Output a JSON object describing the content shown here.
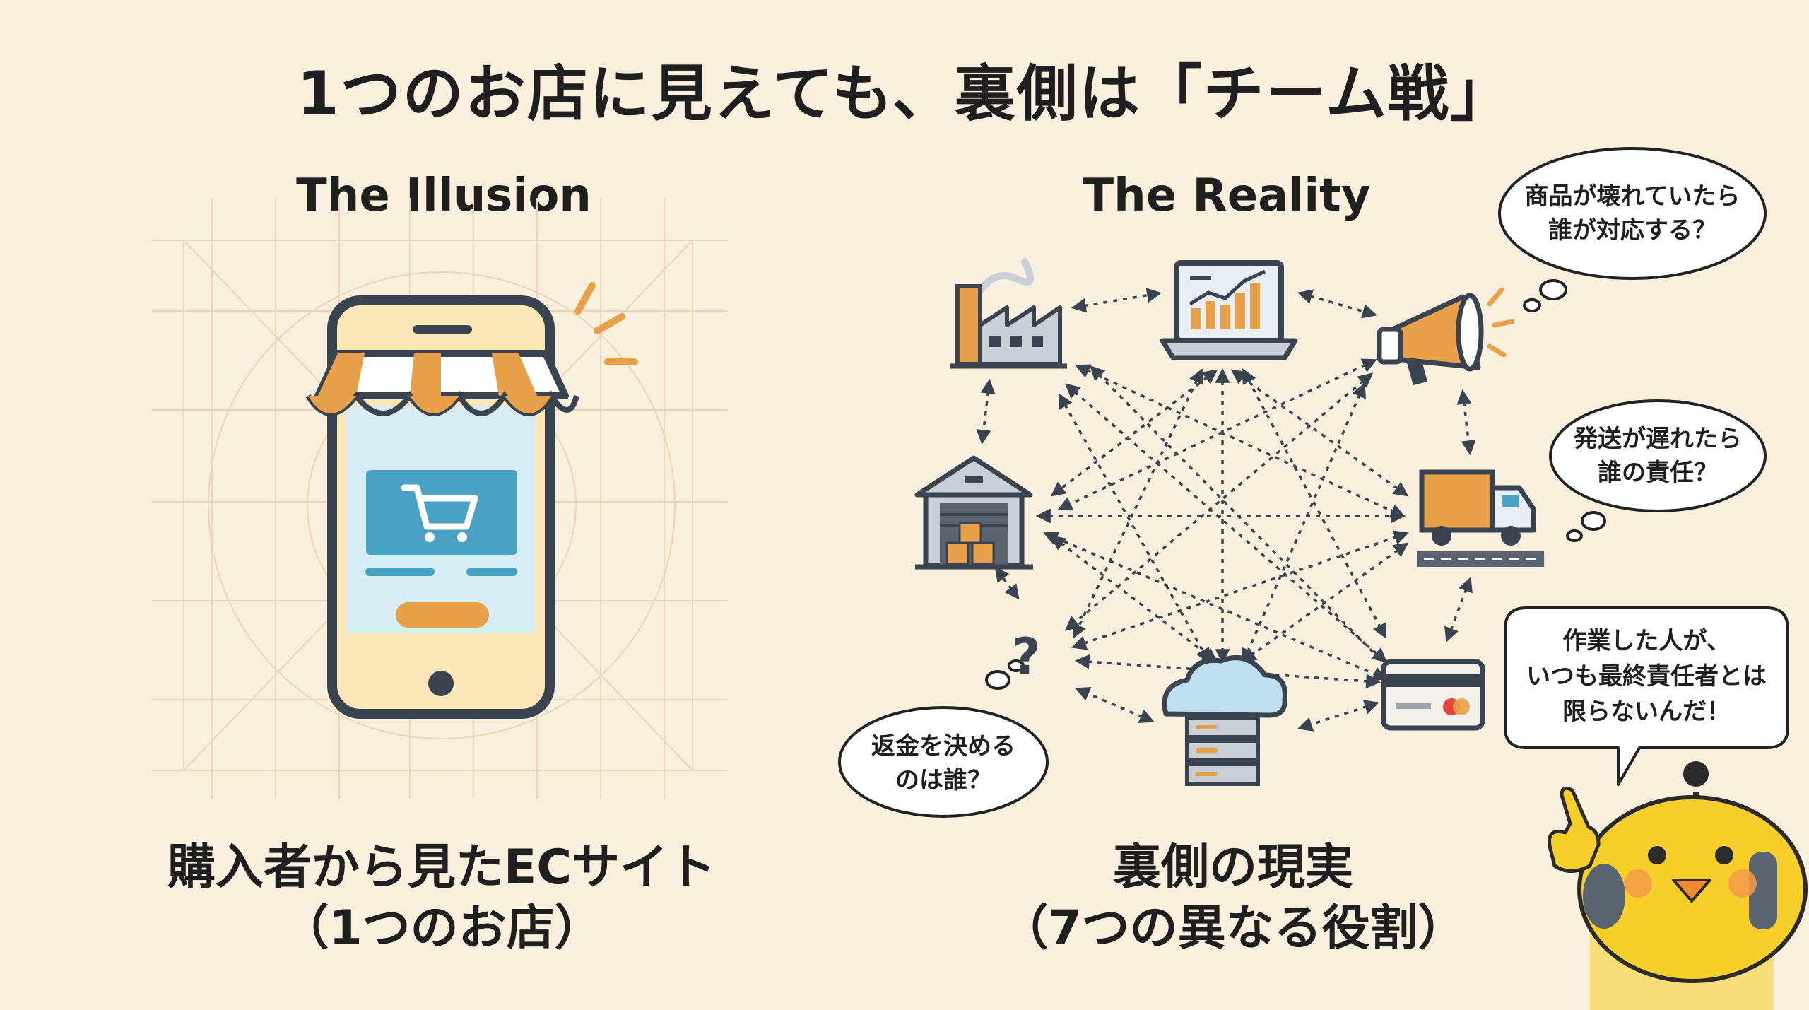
{
  "title": "1つのお店に見えても、裏側は「チーム戦」",
  "left": {
    "heading": "The Illusion",
    "caption_line1": "購入者から見たECサイト",
    "caption_line2": "（1つのお店）"
  },
  "right": {
    "heading": "The Reality",
    "caption_line1": "裏側の現実",
    "caption_line2": "（7つの異なる役割）"
  },
  "bubbles": {
    "broken": [
      "商品が壊れていたら",
      "誰が対応する？"
    ],
    "shipping": [
      "発送が遅れたら",
      "誰の責任？"
    ],
    "refund": [
      "返金を決める",
      "のは誰？"
    ],
    "mascot": [
      "作業した人が、",
      "いつも最終責任者とは",
      "限らないんだ！"
    ]
  },
  "question_mark": "?",
  "colors": {
    "background": "#f8efdd",
    "orange": "#e8a04a",
    "dark": "#3a4350",
    "screen_blue": "#4aa3c4",
    "mascot_yellow": "#f7cf2a"
  },
  "icons": [
    "factory-icon",
    "laptop-chart-icon",
    "megaphone-icon",
    "warehouse-icon",
    "truck-icon",
    "cloud-server-icon",
    "credit-card-icon",
    "smartphone-store-icon",
    "mascot-chick-icon"
  ]
}
